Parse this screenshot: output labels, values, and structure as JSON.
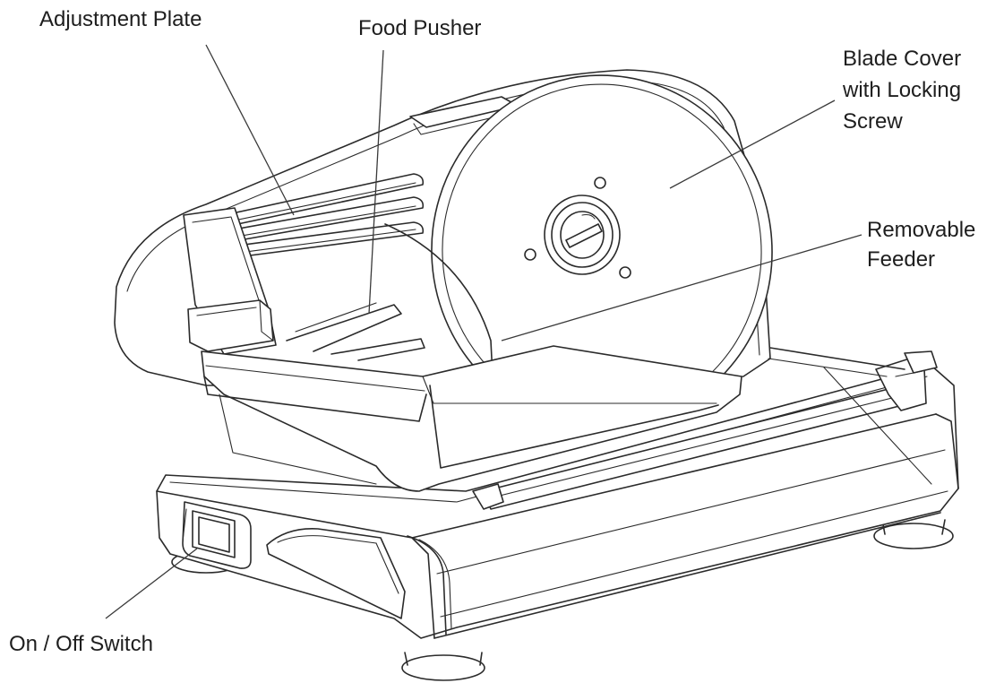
{
  "figure": {
    "labels": {
      "adjustment_plate": "Adjustment Plate",
      "food_pusher": "Food Pusher",
      "blade_cover": [
        "Blade Cover",
        "with Locking",
        "Screw"
      ],
      "removable_feeder": [
        "Removable",
        "Feeder"
      ],
      "on_off_switch": "On / Off Switch"
    }
  }
}
